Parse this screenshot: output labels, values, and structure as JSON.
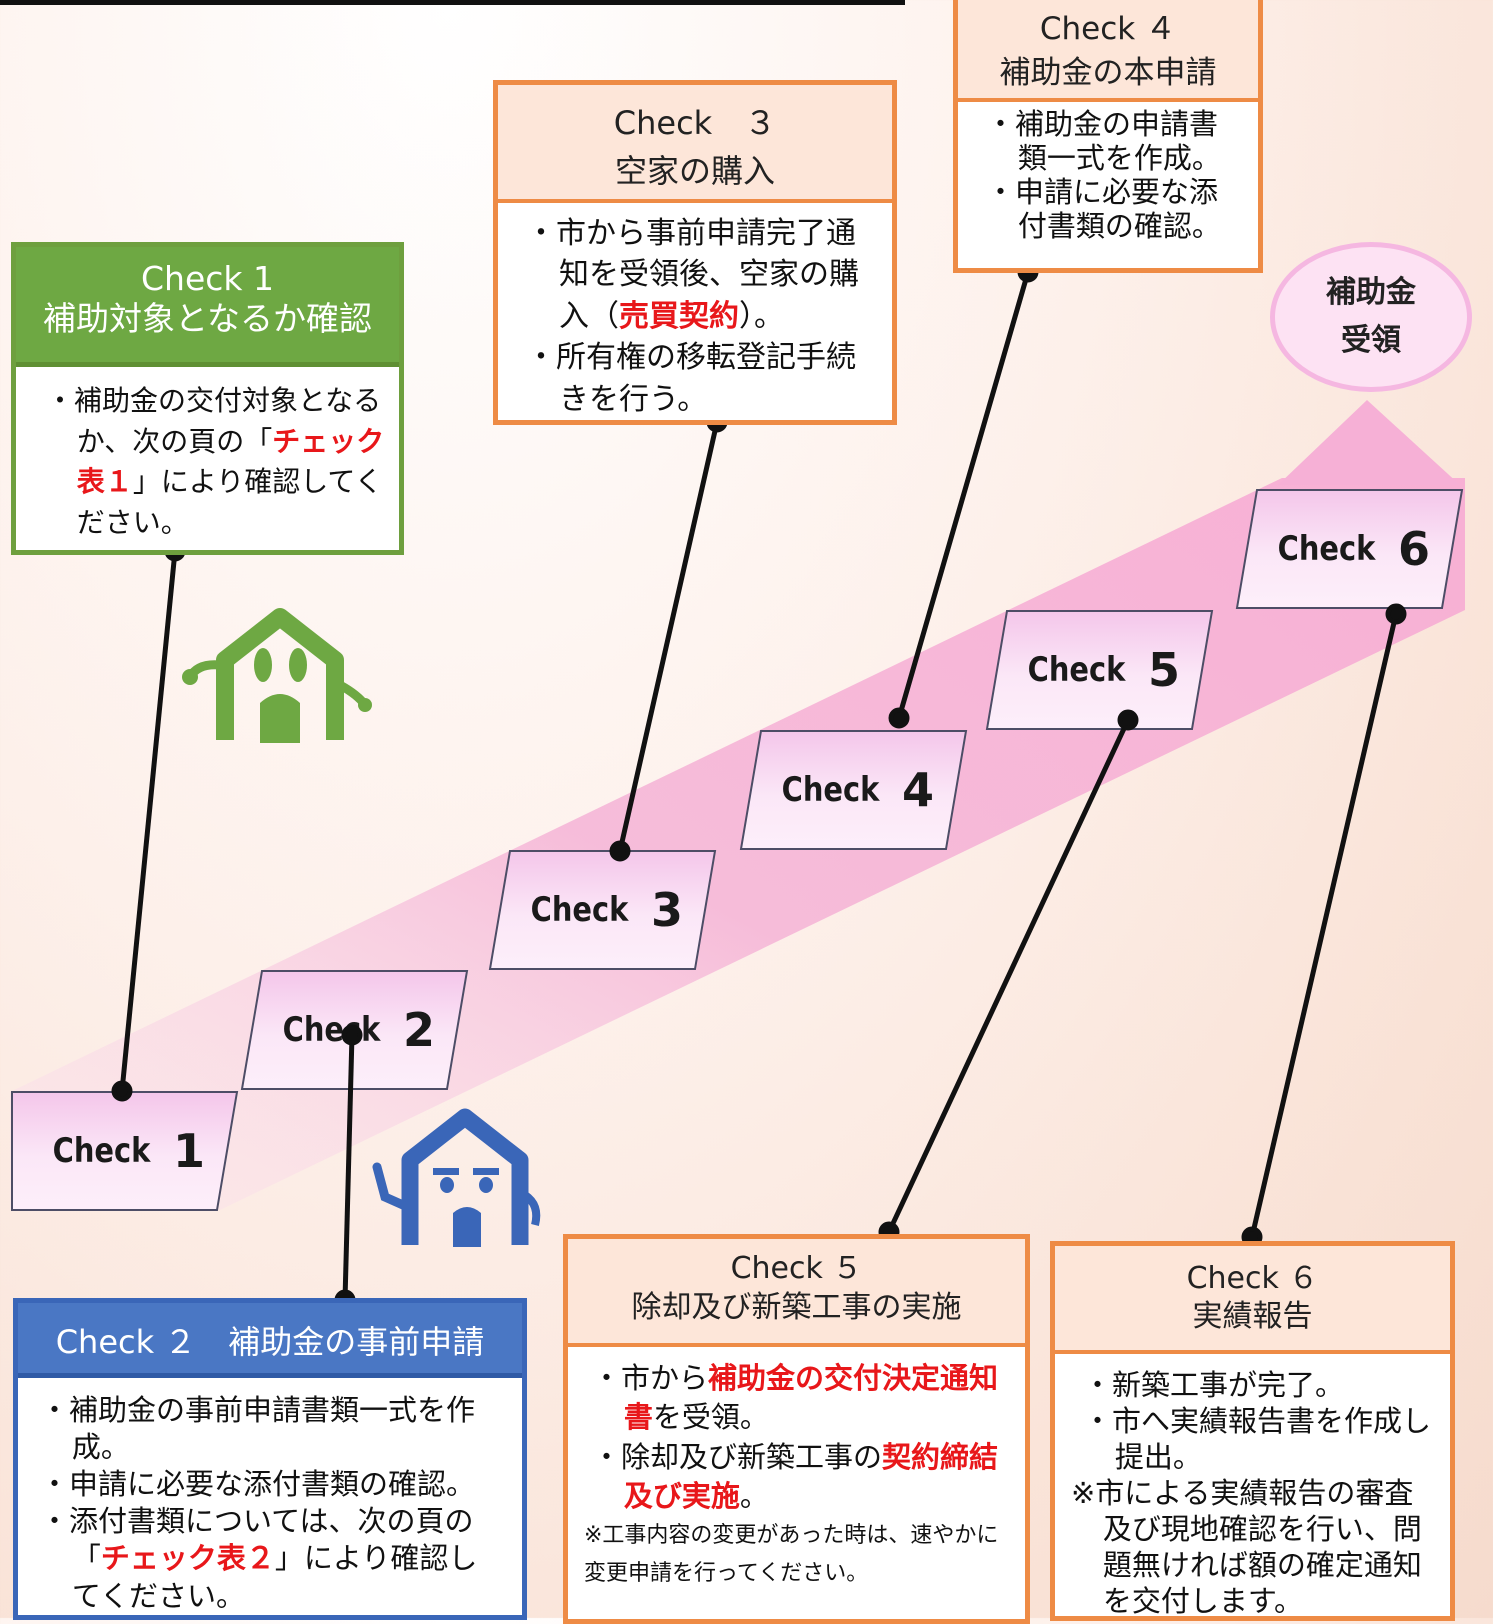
{
  "colors": {
    "orange_border": "#ee8b45",
    "green": "#6ea843",
    "blue": "#4a77c4",
    "emphasis_red": "#e8171a",
    "stair_pink": "#f0c4e8"
  },
  "card1": {
    "title_line1": "Check 1",
    "title_line2": "補助対象となるか確認",
    "b1_pre": "・補助金の交付対象となるか、次の頁の「",
    "b1_red": "チェック表１",
    "b1_post": "」により確認してください。"
  },
  "card2": {
    "title": "Check ２　補助金の事前申請",
    "b1": "・補助金の事前申請書類一式を作成。",
    "b2": "・申請に必要な添付書類の確認。",
    "b3_pre": "・添付書類については、次の頁の「",
    "b3_red": "チェック表２",
    "b3_post": "」により確認してください。"
  },
  "card3": {
    "title_line1": "Check　３",
    "title_line2": "空家の購入",
    "b1_pre": "・市から事前申請完了通知を受領後、空家の購入（",
    "b1_red": "売買契約",
    "b1_post": "）。",
    "b2": "・所有権の移転登記手続きを行う。"
  },
  "card4": {
    "title_line1": "Check ４",
    "title_line2": "補助金の本申請",
    "b1": "・補助金の申請書類一式を作成。",
    "b2": "・申請に必要な添付書類の確認。"
  },
  "card5": {
    "title_line1": "Check ５",
    "title_line2": "除却及び新築工事の実施",
    "b1_pre": "・市から",
    "b1_red": "補助金の交付決定通知書",
    "b1_post": "を受領。",
    "b2_pre": "・除却及び新築工事の",
    "b2_red": "契約締結及び実施",
    "b2_post": "。",
    "note": "※工事内容の変更があった時は、速やかに変更申請を行ってください。"
  },
  "card6": {
    "title_line1": "Check ６",
    "title_line2": "実績報告",
    "b1": "・新築工事が完了。",
    "b2": "・市へ実績報告書を作成し提出。",
    "note": "※市による実績報告の審査及び現地確認を行い、問題無ければ額の確定通知を交付します。"
  },
  "steps": [
    {
      "word": "Check",
      "num": "1"
    },
    {
      "word": "Check",
      "num": "2"
    },
    {
      "word": "Check",
      "num": "3"
    },
    {
      "word": "Check",
      "num": "4"
    },
    {
      "word": "Check",
      "num": "5"
    },
    {
      "word": "Check",
      "num": "6"
    }
  ],
  "goal": {
    "line1": "補助金",
    "line2": "受領"
  },
  "icons": {
    "green_mascot": "house-mascot-icon",
    "blue_mascot": "house-mascot-icon"
  }
}
